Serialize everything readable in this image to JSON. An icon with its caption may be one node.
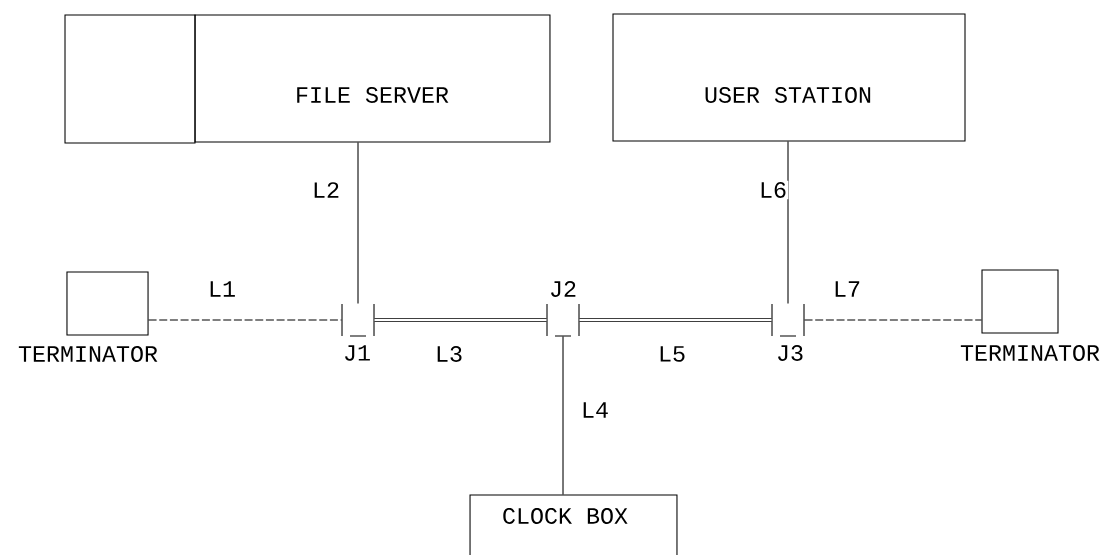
{
  "diagram": {
    "nodes": [
      {
        "text": [],
        "shape": "box"
      },
      {
        "text": [
          "FILE SERVER"
        ]
      },
      {
        "text": [
          "USER STATION"
        ]
      },
      {
        "text": [],
        "shape": "box",
        "beside": [
          "TERMINATOR"
        ]
      },
      {
        "text": [],
        "shape": "box",
        "beside": [
          "J1"
        ]
      },
      {
        "text": [],
        "shape": "box",
        "beside": [
          "J2"
        ]
      },
      {
        "text": [],
        "shape": "box",
        "beside": [
          "J3"
        ]
      },
      {
        "text": [],
        "shape": "box",
        "beside": [
          "TERMINATOR"
        ]
      },
      {
        "text": [
          "CLOCK BOX"
        ]
      }
    ],
    "edges": [
      {
        "from": 3,
        "to": 4,
        "arrow": "none",
        "label": "L1",
        "style": "dashed"
      },
      {
        "from": 1,
        "to": 4,
        "arrow": "none",
        "label": "L2"
      },
      {
        "from": 4,
        "to": 5,
        "arrow": "none",
        "label": "L3",
        "style": "thick"
      },
      {
        "from": 5,
        "to": 8,
        "arrow": "none",
        "label": "L4"
      },
      {
        "from": 5,
        "to": 6,
        "arrow": "none",
        "label": "L5",
        "style": "thick"
      },
      {
        "from": 2,
        "to": 6,
        "arrow": "none",
        "label": "L6"
      },
      {
        "from": 6,
        "to": 7,
        "arrow": "none",
        "label": "L7",
        "style": "dashed"
      }
    ]
  }
}
